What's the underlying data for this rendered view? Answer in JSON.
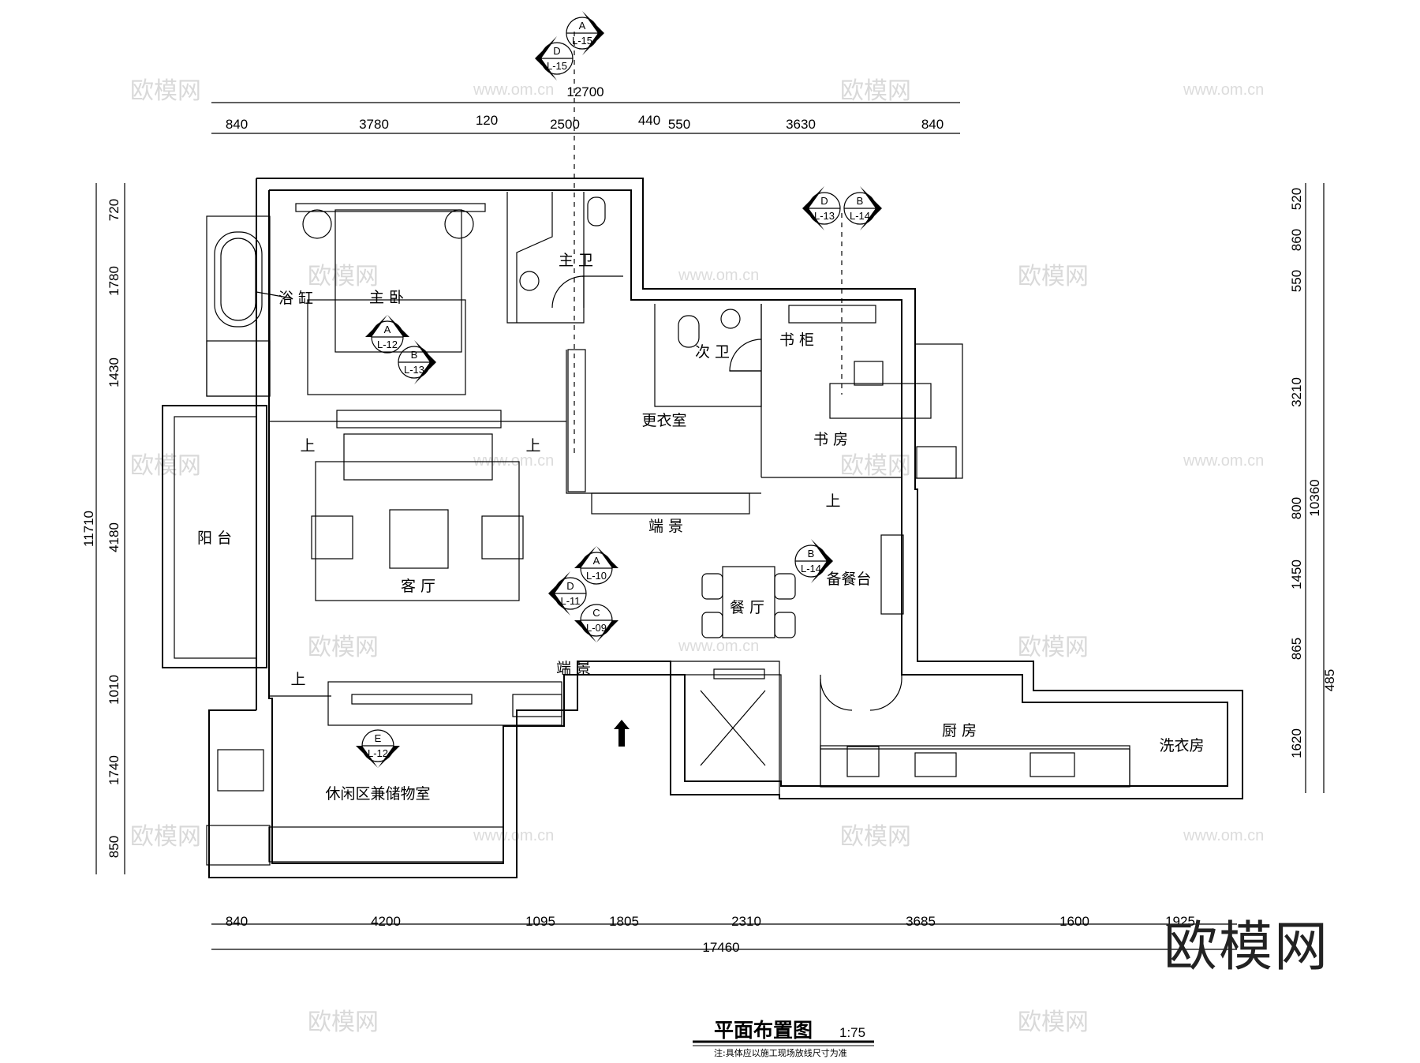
{
  "drawing": {
    "title": "平面布置图",
    "scale": "1:75",
    "note": "注:具体应以施工现场放线尺寸为准"
  },
  "watermark": {
    "logo_text": "欧模网",
    "url_text": "www.om.cn",
    "faint_text": "欧模网"
  },
  "dims": {
    "top_total": "12700",
    "top": [
      "840",
      "3780",
      "120",
      "2500",
      "440",
      "550",
      "3630",
      "840"
    ],
    "bottom_total": "17460",
    "bottom": [
      "840",
      "4200",
      "1095",
      "1805",
      "2310",
      "3685",
      "1600",
      "1925"
    ],
    "left_total": "11710",
    "left": [
      "720",
      "1780",
      "1430",
      "4180",
      "1010",
      "1740",
      "850"
    ],
    "right_total": "10360",
    "right": [
      "520",
      "860",
      "550",
      "3210",
      "800",
      "1450",
      "865",
      "1620"
    ],
    "right_extra": "485"
  },
  "rooms": {
    "master_bedroom": "主 卧",
    "bathtub": "浴 缸",
    "master_bath": "主 卫",
    "second_bath": "次 卫",
    "bookcase": "书 柜",
    "cloakroom": "更衣室",
    "study": "书 房",
    "balcony": "阳 台",
    "living_room": "客 厅",
    "focal_wall_top": "端 景",
    "focal_wall_bottom": "端 景",
    "dining_room": "餐 厅",
    "pantry": "备餐台",
    "kitchen": "厨 房",
    "laundry": "洗衣房",
    "leisure_storage": "休闲区兼储物室",
    "step_up": "上"
  },
  "symbols": [
    {
      "id": "top_a",
      "letter": "A",
      "sheet": "L-15"
    },
    {
      "id": "top_d",
      "letter": "D",
      "sheet": "L-15"
    },
    {
      "id": "study_d",
      "letter": "D",
      "sheet": "L-13"
    },
    {
      "id": "study_b",
      "letter": "B",
      "sheet": "L-14"
    },
    {
      "id": "bed_a",
      "letter": "A",
      "sheet": "L-12"
    },
    {
      "id": "bed_b",
      "letter": "B",
      "sheet": "L-13"
    },
    {
      "id": "hall_a",
      "letter": "A",
      "sheet": "L-10"
    },
    {
      "id": "hall_d",
      "letter": "D",
      "sheet": "L-11"
    },
    {
      "id": "hall_c",
      "letter": "C",
      "sheet": "L-09"
    },
    {
      "id": "dining_b",
      "letter": "B",
      "sheet": "L-14"
    },
    {
      "id": "leisure_e",
      "letter": "E",
      "sheet": "L-12"
    }
  ]
}
